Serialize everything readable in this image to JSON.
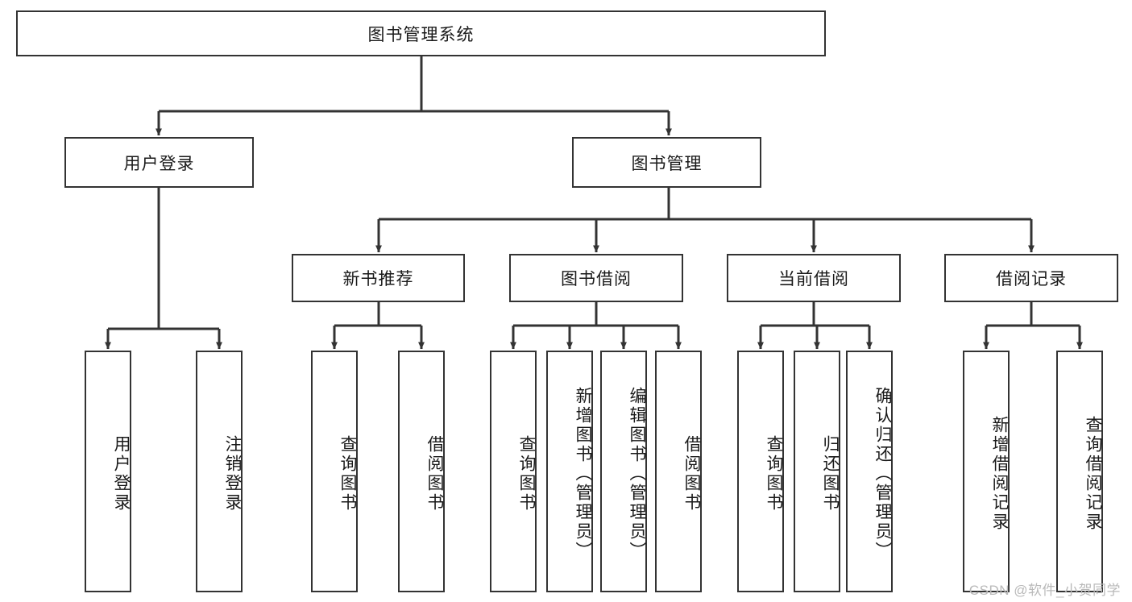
{
  "diagram": {
    "title": "图书管理系统",
    "type": "tree-hierarchy-diagram",
    "watermark": "CSDN @软件_小贺同学",
    "colors": {
      "box_border": "#333333",
      "box_fill": "#ffffff",
      "edge": "#333333",
      "text": "#1a1a1a",
      "watermark": "#b9b9b9",
      "background": "#ffffff"
    },
    "root": {
      "label": "图书管理系统"
    },
    "level2": [
      {
        "label": "用户登录"
      },
      {
        "label": "图书管理"
      }
    ],
    "level3": [
      {
        "label": "新书推荐"
      },
      {
        "label": "图书借阅"
      },
      {
        "label": "当前借阅"
      },
      {
        "label": "借阅记录"
      }
    ],
    "leaves": {
      "user_login": [
        {
          "label": "用户登录"
        },
        {
          "label": "注销登录"
        }
      ],
      "new_book": [
        {
          "label": "查询图书"
        },
        {
          "label": "借阅图书"
        }
      ],
      "book_borrow": [
        {
          "label": "查询图书"
        },
        {
          "label": "新增图书（管理员）"
        },
        {
          "label": "编辑图书（管理员）"
        },
        {
          "label": "借阅图书"
        }
      ],
      "current_borrow": [
        {
          "label": "查询图书"
        },
        {
          "label": "归还图书"
        },
        {
          "label": "确认归还（管理员）"
        }
      ],
      "borrow_record": [
        {
          "label": "新增借阅记录"
        },
        {
          "label": "查询借阅记录"
        }
      ]
    }
  }
}
